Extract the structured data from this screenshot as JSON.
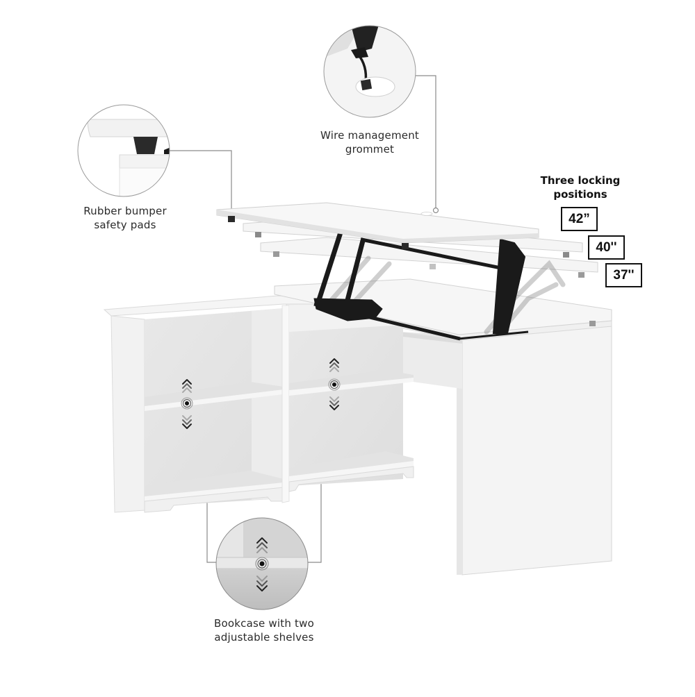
{
  "callouts": {
    "bumper": {
      "line1": "Rubber bumper",
      "line2": "safety pads"
    },
    "grommet": {
      "line1": "Wire management",
      "line2": "grommet"
    },
    "bookcase": {
      "line1": "Bookcase with two",
      "line2": "adjustable shelves"
    }
  },
  "locking": {
    "heading_line1": "Three locking",
    "heading_line2": "positions",
    "positions": [
      {
        "label": "42”"
      },
      {
        "label": "40''"
      },
      {
        "label": "37''"
      }
    ]
  },
  "colors": {
    "background": "#ffffff",
    "furniture": "#f2f2f2",
    "furniture_shade": "#dcdcdc",
    "mechanism": "#1a1a1a",
    "callout_line": "#8a8a8a",
    "text": "#2a2a2a",
    "box_border": "#111111"
  }
}
